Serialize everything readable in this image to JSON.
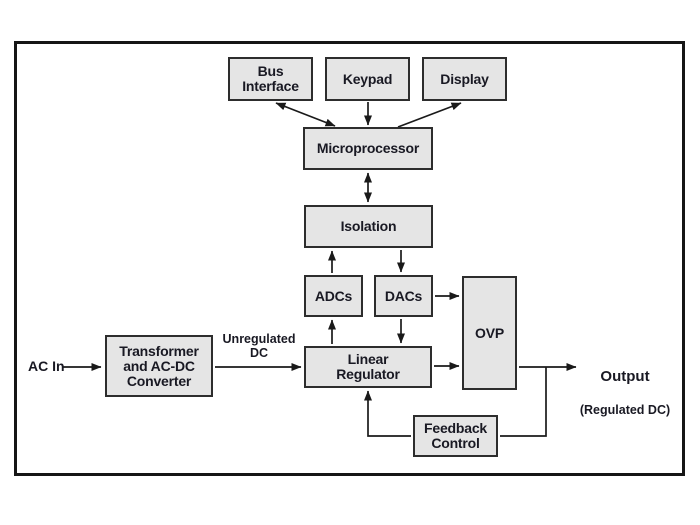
{
  "nodes": {
    "bus_interface": {
      "label": "Bus\nInterface"
    },
    "keypad": {
      "label": "Keypad"
    },
    "display": {
      "label": "Display"
    },
    "microprocessor": {
      "label": "Microprocessor"
    },
    "isolation": {
      "label": "Isolation"
    },
    "adcs": {
      "label": "ADCs"
    },
    "dacs": {
      "label": "DACs"
    },
    "ovp": {
      "label": "OVP"
    },
    "linear_regulator": {
      "label": "Linear\nRegulator"
    },
    "transformer": {
      "label": "Transformer\nand AC-DC\nConverter"
    },
    "feedback_control": {
      "label": "Feedback\nControl"
    }
  },
  "labels": {
    "ac_in": "AC In",
    "unregulated_dc": "Unregulated\nDC",
    "output": "Output",
    "output_sub": "(Regulated DC)"
  },
  "connections": [
    {
      "from": "bus_interface",
      "to": "microprocessor",
      "direction": "both"
    },
    {
      "from": "keypad",
      "to": "microprocessor",
      "direction": "forward"
    },
    {
      "from": "microprocessor",
      "to": "display",
      "direction": "forward"
    },
    {
      "from": "microprocessor",
      "to": "isolation",
      "direction": "both"
    },
    {
      "from": "adcs",
      "to": "isolation",
      "direction": "forward"
    },
    {
      "from": "isolation",
      "to": "dacs",
      "direction": "forward"
    },
    {
      "from": "linear_regulator",
      "to": "adcs",
      "direction": "forward"
    },
    {
      "from": "dacs",
      "to": "linear_regulator",
      "direction": "forward"
    },
    {
      "from": "dacs",
      "to": "ovp",
      "direction": "forward"
    },
    {
      "from": "linear_regulator",
      "to": "ovp",
      "direction": "forward"
    },
    {
      "from": "ac_in",
      "to": "transformer",
      "direction": "forward"
    },
    {
      "from": "transformer",
      "to": "linear_regulator",
      "direction": "forward"
    },
    {
      "from": "ovp",
      "to": "output",
      "direction": "forward"
    },
    {
      "from": "output_line",
      "to": "feedback_control",
      "direction": "forward"
    },
    {
      "from": "feedback_control",
      "to": "linear_regulator",
      "direction": "forward"
    }
  ],
  "colors": {
    "background": "#ffffff",
    "box_fill": "#e5e5e5",
    "box_border": "#2d2d2d",
    "line": "#1a1a1a",
    "text": "#191923",
    "frame_border": "#161616"
  }
}
